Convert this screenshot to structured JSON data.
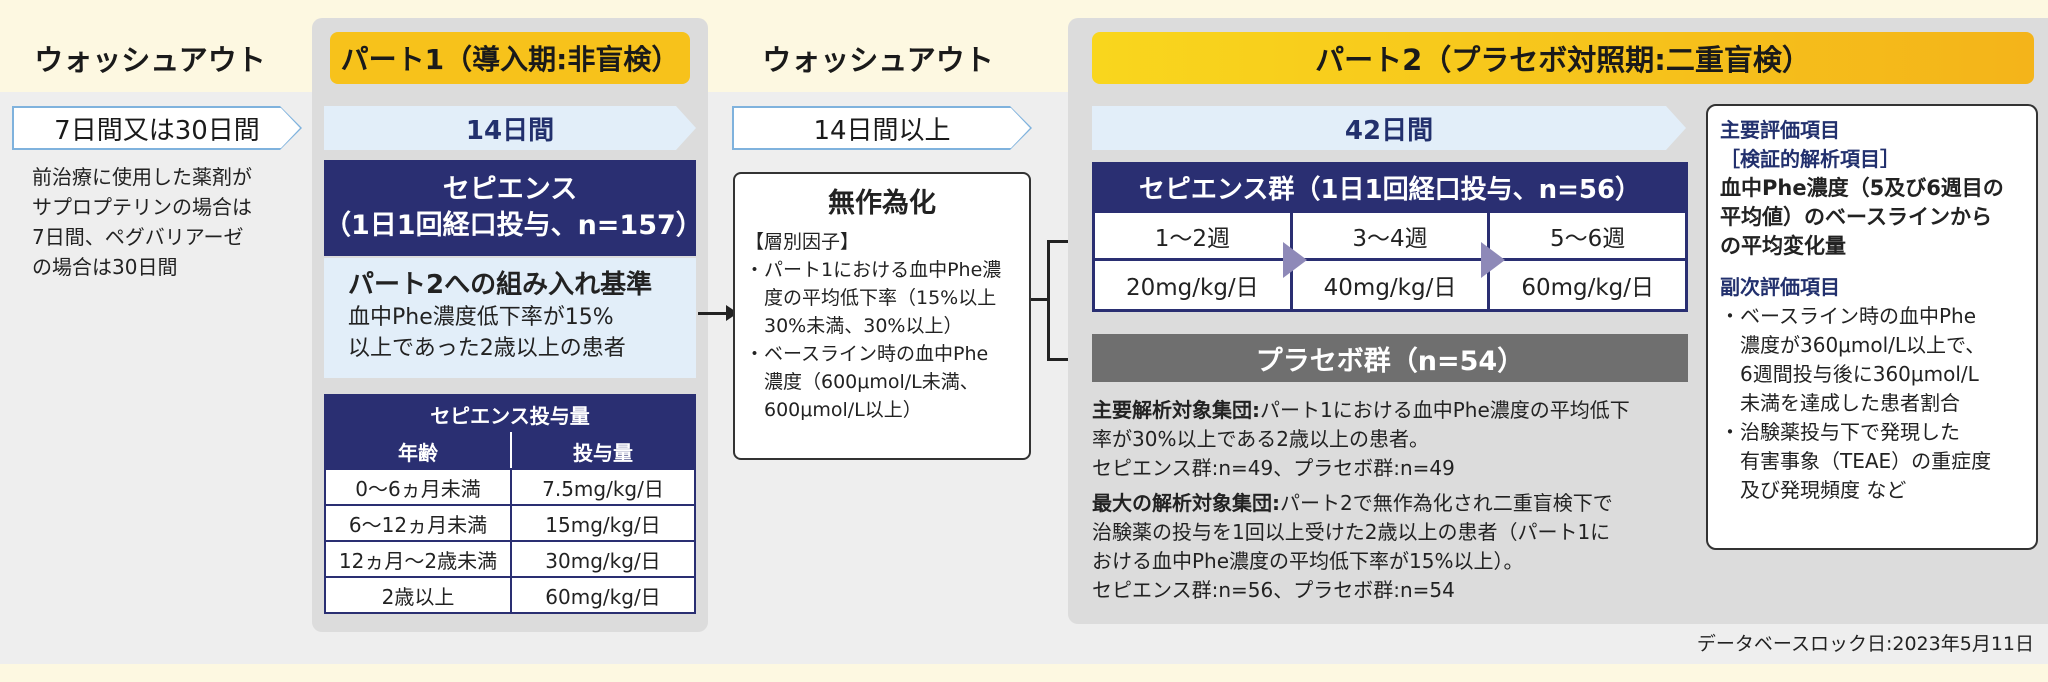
{
  "washout1": {
    "title": "ウォッシュアウト",
    "duration": "7日間又は30日間",
    "note_lines": [
      "前治療に使用した薬剤が",
      "サプロプテリンの場合は",
      "7日間、ペグバリアーゼ",
      "の場合は30日間"
    ]
  },
  "part1": {
    "title": "パート1（導入期:非盲検）",
    "duration": "14日間",
    "drug_line1": "セピエンス",
    "drug_line2": "（1日1回経口投与、n=157）",
    "criteria_title": "パート2への組み入れ基準",
    "criteria_line1": "血中Phe濃度低下率が15%",
    "criteria_line2": "以上であった2歳以上の患者",
    "dose_table": {
      "title": "セピエンス投与量",
      "headers": [
        "年齢",
        "投与量"
      ],
      "rows": [
        [
          "0～6ヵ月未満",
          "7.5mg/kg/日"
        ],
        [
          "6～12ヵ月未満",
          "15mg/kg/日"
        ],
        [
          "12ヵ月～2歳未満",
          "30mg/kg/日"
        ],
        [
          "2歳以上",
          "60mg/kg/日"
        ]
      ]
    }
  },
  "washout2": {
    "title": "ウォッシュアウト",
    "duration": "14日間以上",
    "randomize_title": "無作為化",
    "strat_label": "【層別因子】",
    "strat_lines": [
      "・パート1における血中Phe濃",
      "　度の平均低下率（15%以上",
      "　30%未満、30%以上）",
      "・ベースライン時の血中Phe",
      "　濃度（600μmol/L未満、",
      "　600μmol/L以上）"
    ]
  },
  "part2": {
    "title": "パート2（プラセボ対照期:二重盲検）",
    "duration": "42日間",
    "active_arm": "セピエンス群（1日1回経口投与、n=56）",
    "weeks": [
      "1～2週",
      "3～4週",
      "5～6週"
    ],
    "doses": [
      "20mg/kg/日",
      "40mg/kg/日",
      "60mg/kg/日"
    ],
    "placebo_arm": "プラセボ群（n=54）",
    "analysis": {
      "main_label": "主要解析対象集団:",
      "main_text1": "パート1における血中Phe濃度の平均低下",
      "main_text2": "率が30%以上である2歳以上の患者。",
      "main_counts": "セピエンス群:n=49、プラセボ群:n=49",
      "full_label": "最大の解析対象集団:",
      "full_text1": "パート2で無作為化され二重盲検下で",
      "full_text2": "治験薬の投与を1回以上受けた2歳以上の患者（パート1に",
      "full_text3": "おける血中Phe濃度の平均低下率が15%以上）。",
      "full_counts": "セピエンス群:n=56、プラセボ群:n=54"
    }
  },
  "endpoints": {
    "primary_title": "主要評価項目",
    "primary_sub": "［検証的解析項目］",
    "primary_lines": [
      "血中Phe濃度（5及び6週目の",
      "平均値）のベースラインから",
      "の平均変化量"
    ],
    "secondary_title": "副次評価項目",
    "secondary_lines": [
      "・ベースライン時の血中Phe",
      "　濃度が360μmol/L以上で、",
      "　6週間投与後に360μmol/L",
      "　未満を達成した患者割合",
      "・治験薬投与下で発現した",
      "　有害事象（TEAE）の重症度",
      "　及び発現頻度 など"
    ]
  },
  "footer": "データベースロック日:2023年5月11日",
  "colors": {
    "navy": "#2a2f72",
    "yellow": "#f7c21b",
    "light_blue": "#e2eef9",
    "outline_blue": "#7fb2dd",
    "placebo_gray": "#6f6f6f"
  }
}
